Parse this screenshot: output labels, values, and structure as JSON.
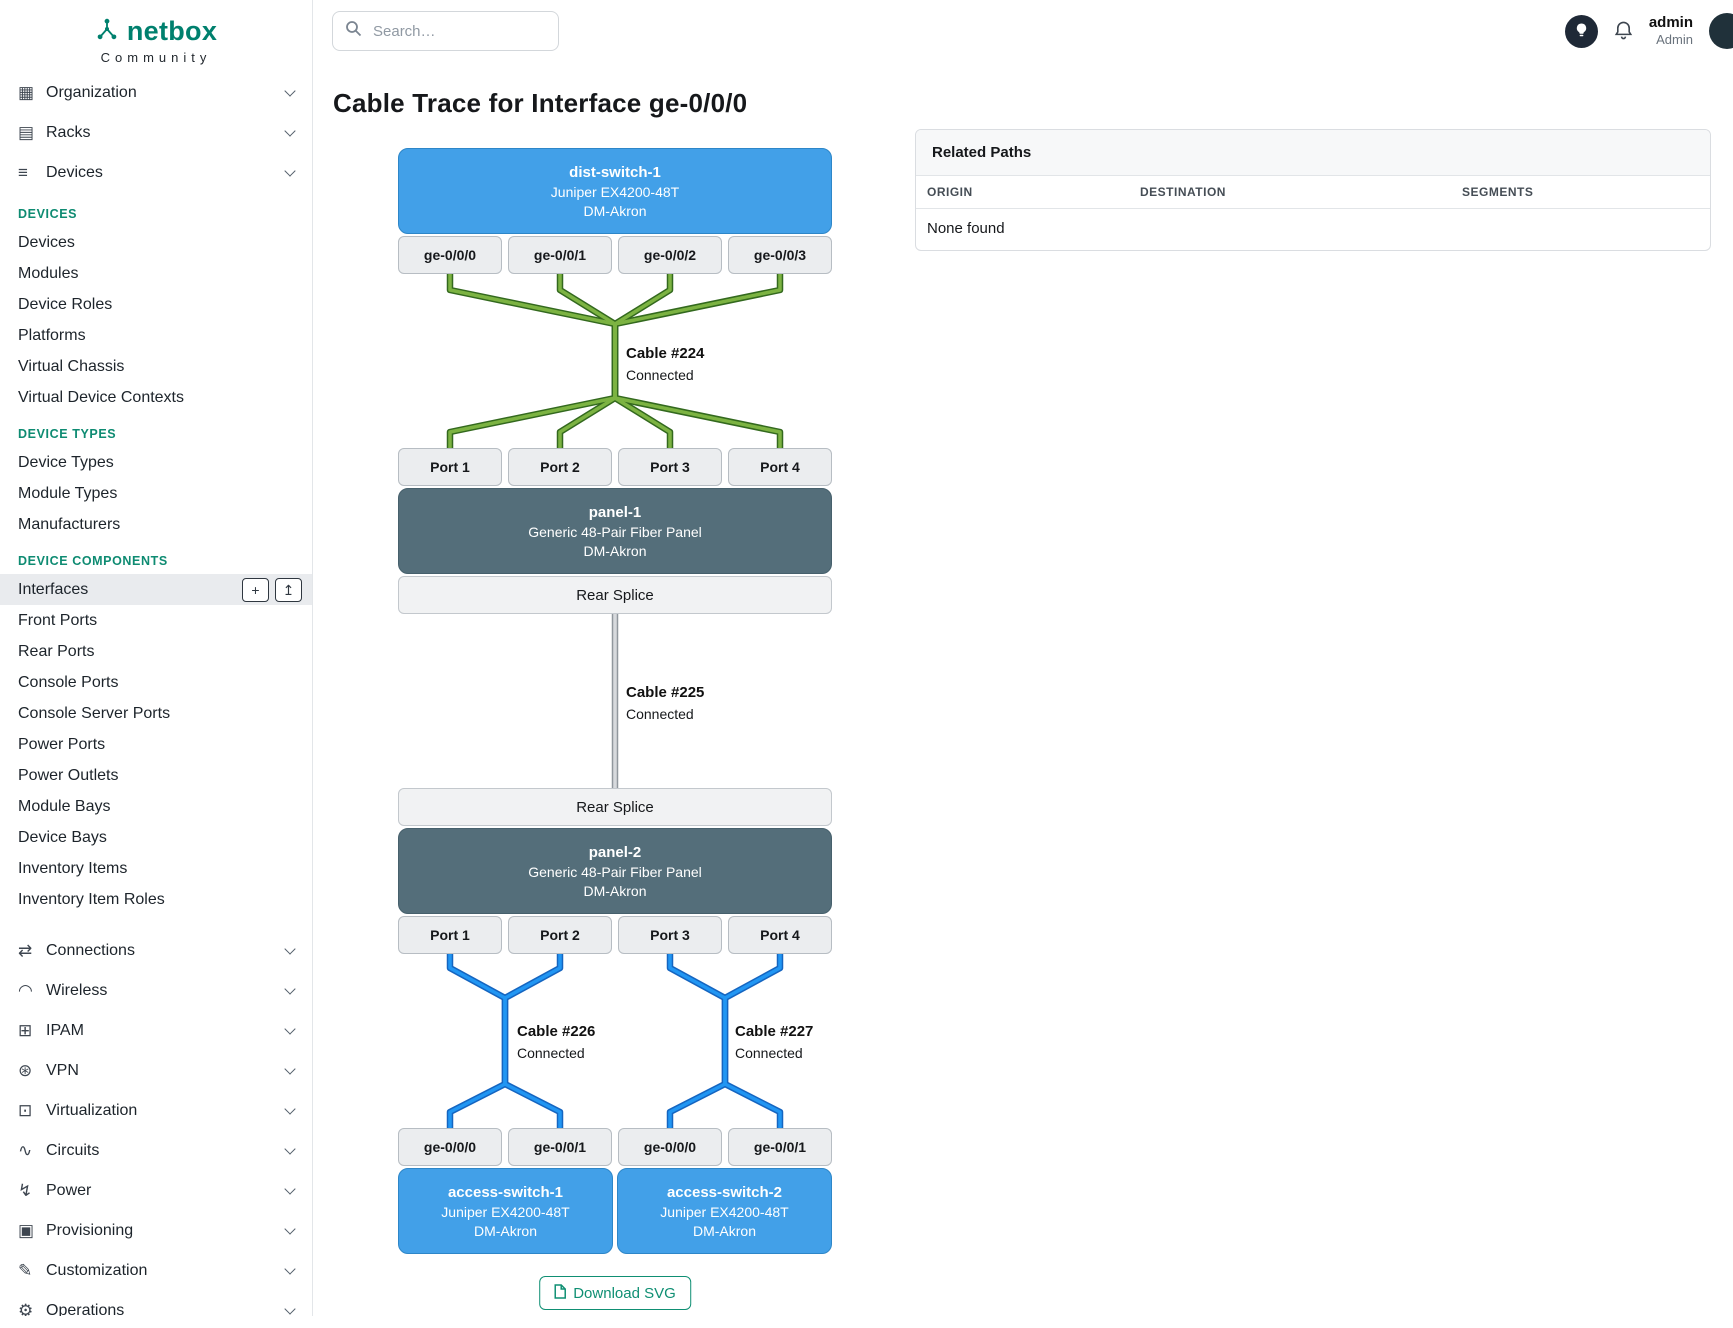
{
  "brand": {
    "name": "netbox",
    "subtitle": "Community"
  },
  "topbar": {
    "search_placeholder": "Search…",
    "user_name": "admin",
    "user_role": "Admin"
  },
  "sidebar": {
    "groups_top": [
      {
        "label": "Organization",
        "icon": "▦"
      },
      {
        "label": "Racks",
        "icon": "▤"
      },
      {
        "label": "Devices",
        "icon": "≡"
      }
    ],
    "sections": [
      {
        "title": "DEVICES",
        "items": [
          "Devices",
          "Modules",
          "Device Roles",
          "Platforms",
          "Virtual Chassis",
          "Virtual Device Contexts"
        ]
      },
      {
        "title": "DEVICE TYPES",
        "items": [
          "Device Types",
          "Module Types",
          "Manufacturers"
        ]
      },
      {
        "title": "DEVICE COMPONENTS",
        "items": [
          "Interfaces",
          "Front Ports",
          "Rear Ports",
          "Console Ports",
          "Console Server Ports",
          "Power Ports",
          "Power Outlets",
          "Module Bays",
          "Device Bays",
          "Inventory Items",
          "Inventory Item Roles"
        ]
      }
    ],
    "active_item": "Interfaces",
    "interfaces_buttons": {
      "add": "+",
      "import": "↥"
    },
    "groups_bottom": [
      {
        "label": "Connections",
        "icon": "⇄"
      },
      {
        "label": "Wireless",
        "icon": "◠"
      },
      {
        "label": "IPAM",
        "icon": "⊞"
      },
      {
        "label": "VPN",
        "icon": "⊛"
      },
      {
        "label": "Virtualization",
        "icon": "⊡"
      },
      {
        "label": "Circuits",
        "icon": "∿"
      },
      {
        "label": "Power",
        "icon": "↯"
      },
      {
        "label": "Provisioning",
        "icon": "▣"
      },
      {
        "label": "Customization",
        "icon": "✎"
      },
      {
        "label": "Operations",
        "icon": "⚙"
      }
    ]
  },
  "page": {
    "title": "Cable Trace for Interface ge-0/0/0"
  },
  "related_paths": {
    "title": "Related Paths",
    "columns": [
      "ORIGIN",
      "DESTINATION",
      "SEGMENTS"
    ],
    "empty_text": "None found"
  },
  "trace": {
    "top_device": {
      "name": "dist-switch-1",
      "model": "Juniper EX4200-48T",
      "site": "DM-Akron",
      "ports": [
        "ge-0/0/0",
        "ge-0/0/1",
        "ge-0/0/2",
        "ge-0/0/3"
      ]
    },
    "cable_224": {
      "label": "Cable #224",
      "status": "Connected"
    },
    "panel_1": {
      "name": "panel-1",
      "model": "Generic 48-Pair Fiber Panel",
      "site": "DM-Akron",
      "front_ports": [
        "Port 1",
        "Port 2",
        "Port 3",
        "Port 4"
      ],
      "rear_label": "Rear Splice"
    },
    "cable_225": {
      "label": "Cable #225",
      "status": "Connected"
    },
    "panel_2": {
      "name": "panel-2",
      "model": "Generic 48-Pair Fiber Panel",
      "site": "DM-Akron",
      "front_ports": [
        "Port 1",
        "Port 2",
        "Port 3",
        "Port 4"
      ],
      "rear_label": "Rear Splice"
    },
    "cable_226": {
      "label": "Cable #226",
      "status": "Connected"
    },
    "cable_227": {
      "label": "Cable #227",
      "status": "Connected"
    },
    "bottom_ports": [
      "ge-0/0/0",
      "ge-0/0/1",
      "ge-0/0/0",
      "ge-0/0/1"
    ],
    "access_switches": [
      {
        "name": "access-switch-1",
        "model": "Juniper EX4200-48T",
        "site": "DM-Akron"
      },
      {
        "name": "access-switch-2",
        "model": "Juniper EX4200-48T",
        "site": "DM-Akron"
      }
    ],
    "download_label": "Download SVG"
  },
  "colors": {
    "brand_teal": "#00806e",
    "device_box": "#42a0e8",
    "panel_box": "#546e7a",
    "cable_green": "#7cb342",
    "cable_green_dark": "#33691e",
    "cable_blue": "#2196f3",
    "cable_blue_dark": "#1565c0",
    "cable_gray": "#d7dadd",
    "cable_gray_dark": "#90979d"
  }
}
